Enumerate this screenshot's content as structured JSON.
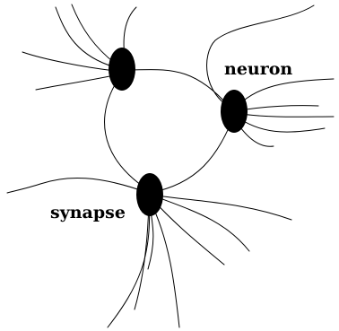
{
  "diagram": {
    "labels": {
      "neuron": "neuron",
      "synapse": "synapse"
    },
    "colors": {
      "background": "#ffffff",
      "node_fill": "#000000",
      "line": "#000000"
    },
    "nodes": [
      {
        "id": "top-left",
        "shape": "ellipse"
      },
      {
        "id": "right",
        "shape": "ellipse"
      },
      {
        "id": "bottom",
        "shape": "ellipse"
      }
    ]
  }
}
